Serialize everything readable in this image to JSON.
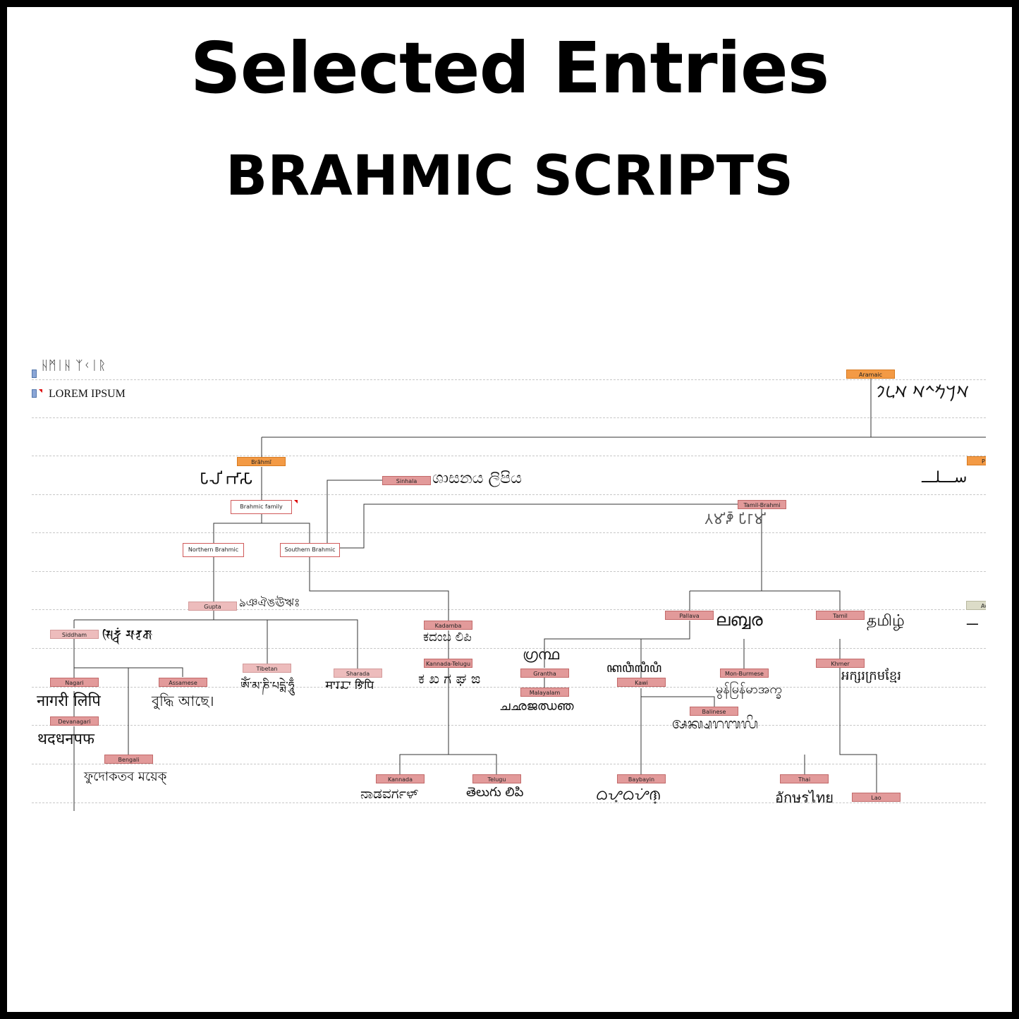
{
  "title": "Selected Entries",
  "subtitle": "BRAHMIC SCRIPTS",
  "lorem": "LOREM IPSUM",
  "top_glyphs": "ᚺᛗᛁᚺ ᛉᚲᛁᚱ",
  "nodes": {
    "aramaic": "Aramaic",
    "brahmi": "Brāhmī",
    "brahmic_family": "Brahmic family",
    "northern": "Northern Brahmic",
    "southern": "Southern Brahmic",
    "sinhala": "Sinhala",
    "tamil_brahmi": "Tamil-Brahmi",
    "gupta": "Gupta",
    "siddham": "Siddham",
    "kadamba": "Kadamba",
    "kannada_telugu": "Kannada-Telugu",
    "tibetan": "Tibetan",
    "sharada": "Sharada",
    "nagari": "Nagari",
    "assamese": "Assamese",
    "devanagari": "Devanagari",
    "bengali": "Bengali",
    "kannada": "Kannada",
    "telugu": "Telugu",
    "pallava": "Pallava",
    "tamil": "Tamil",
    "grantha": "Grantha",
    "malayalam": "Malayalam",
    "kawi": "Kawi",
    "mon_burmese": "Mon-Burmese",
    "khmer": "Khmer",
    "balinese": "Balinese",
    "baybayin": "Baybayin",
    "thai": "Thai",
    "lao": "Lao",
    "p_cut": "P",
    "av_cut": "Av"
  },
  "samples": {
    "aramaic": "𐡀𐡓𐡌𐡉𐡀 𐡀𐡋𐡐",
    "brahmi": "𑀧𑀸𑀮𑀺 𑀪𑀸𑀲𑀸",
    "sinhala": "ශාසනය ලිපිය",
    "tamil_brahmi": "𑀢𑀫𑀺𑀵𑁆 𑀧𑀺𑀭𑀸𑀫𑀺",
    "gupta": "ঌঞঐঙঊঋঃ",
    "siddham": "𑖭𑖰𑖟𑖿𑖠𑖽 𑖦𑖯𑖝𑖴𑖎𑖯",
    "tibetan": "ཨོཾ་མ་ཎི་པདྨེ་ཧཱུྃ",
    "sharada": "𑆯𑆳𑆫𑆢𑆳 𑆭𑆴𑆥𑆴",
    "kadamba": "ಕದಂಬ ಲಿಪಿ",
    "kannada_telugu": "ಕ ಖ ಗ ಘ ಙ",
    "nagari": "नागरी लिपि",
    "assamese": "বুদ্ধি আছে।",
    "devanagari": "थदधनपफ",
    "bengali": "ফুদোকতব ময়েক্",
    "kannada": "ನಾಡವರ್ಗಳ್",
    "telugu": "తెలుగు లిపి",
    "pallava": "ലബ്ബര",
    "tamil": "தமிழ்",
    "grantha": "ഗ്രന്ഥ",
    "malayalam": "ചഛജഝഞ",
    "kawi": "ꦏꦮꦶꦭꦶꦥꦶ",
    "mon_burmese": "မွန်မြန်မာအက္ခ",
    "khmer": "អក្សរក្រមខ្មែរ",
    "balinese": "ᬅᬓ᭄ᬱᬭᬩᬮᬶ",
    "baybayin": "ᜊᜌ᜔ᜊᜌᜒᜈ᜔",
    "thai": "อักษรไทย",
    "p_sample": "ســـلـــ",
    "av_sample": "ـــ"
  },
  "colors": {
    "orange": "#f39a45",
    "pink": "#e29a9a",
    "light_pink": "#edbcbc",
    "line": "#333333"
  }
}
